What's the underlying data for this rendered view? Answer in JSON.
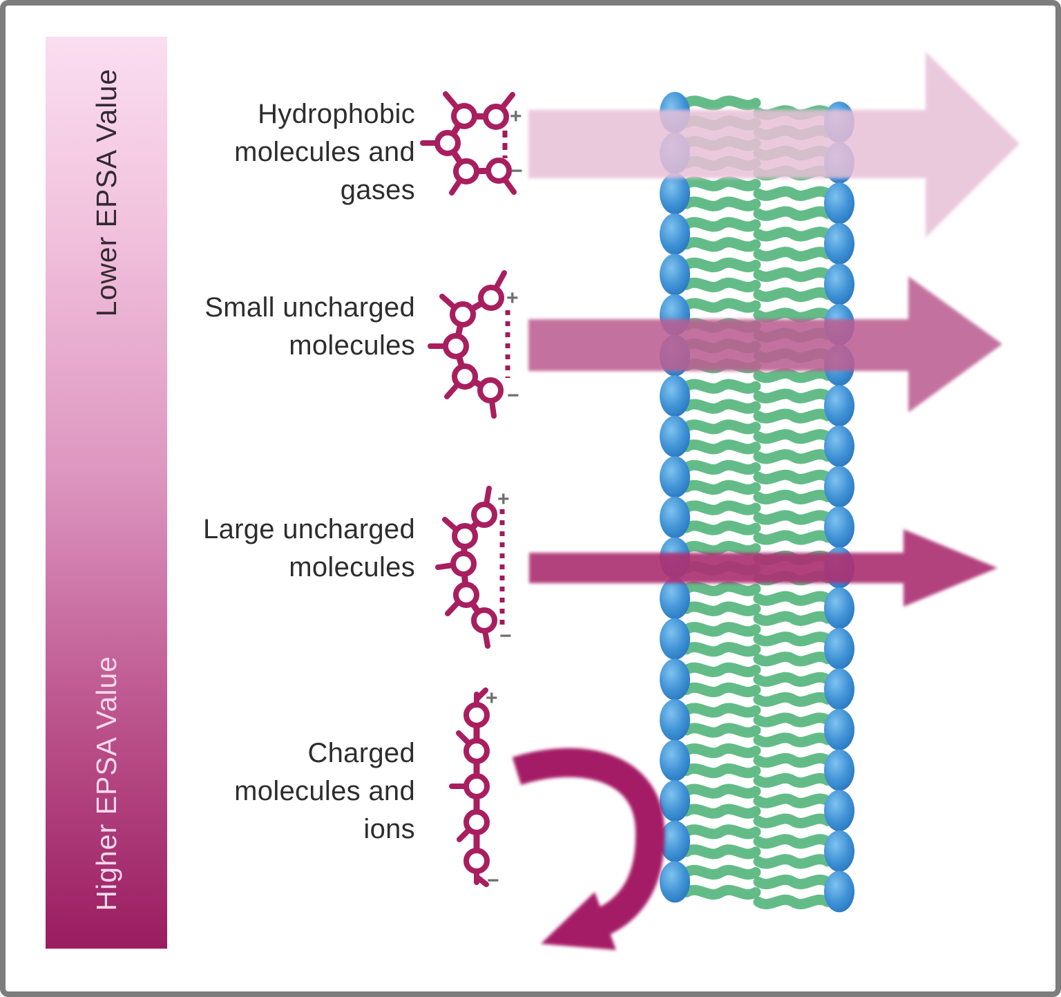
{
  "figure": {
    "scale": {
      "top_label": "Lower EPSA Value",
      "bottom_label": "Higher EPSA Value"
    },
    "rows": [
      {
        "label": "Hydrophobic\nmolecules and\ngases"
      },
      {
        "label": "Small uncharged\nmolecules"
      },
      {
        "label": "Large uncharged\nmolecules"
      },
      {
        "label": "Charged\nmolecules and\nions"
      }
    ],
    "signs": {
      "plus": "+",
      "minus": "−"
    },
    "colors": {
      "arrow_high": "#e8c0d8",
      "arrow_medium": "#bb5e92",
      "arrow_low": "#ac3073",
      "arrow_blocked": "#a51f66",
      "molecule": "#a81e5f",
      "membrane_head_blue": "#2f7fc9",
      "membrane_tail_green": "#63bc87",
      "scale_top": "#fadef0",
      "scale_bottom": "#9a1c60",
      "label_text": "#2d2d2d",
      "sign_gray": "#6f6f6f"
    }
  }
}
